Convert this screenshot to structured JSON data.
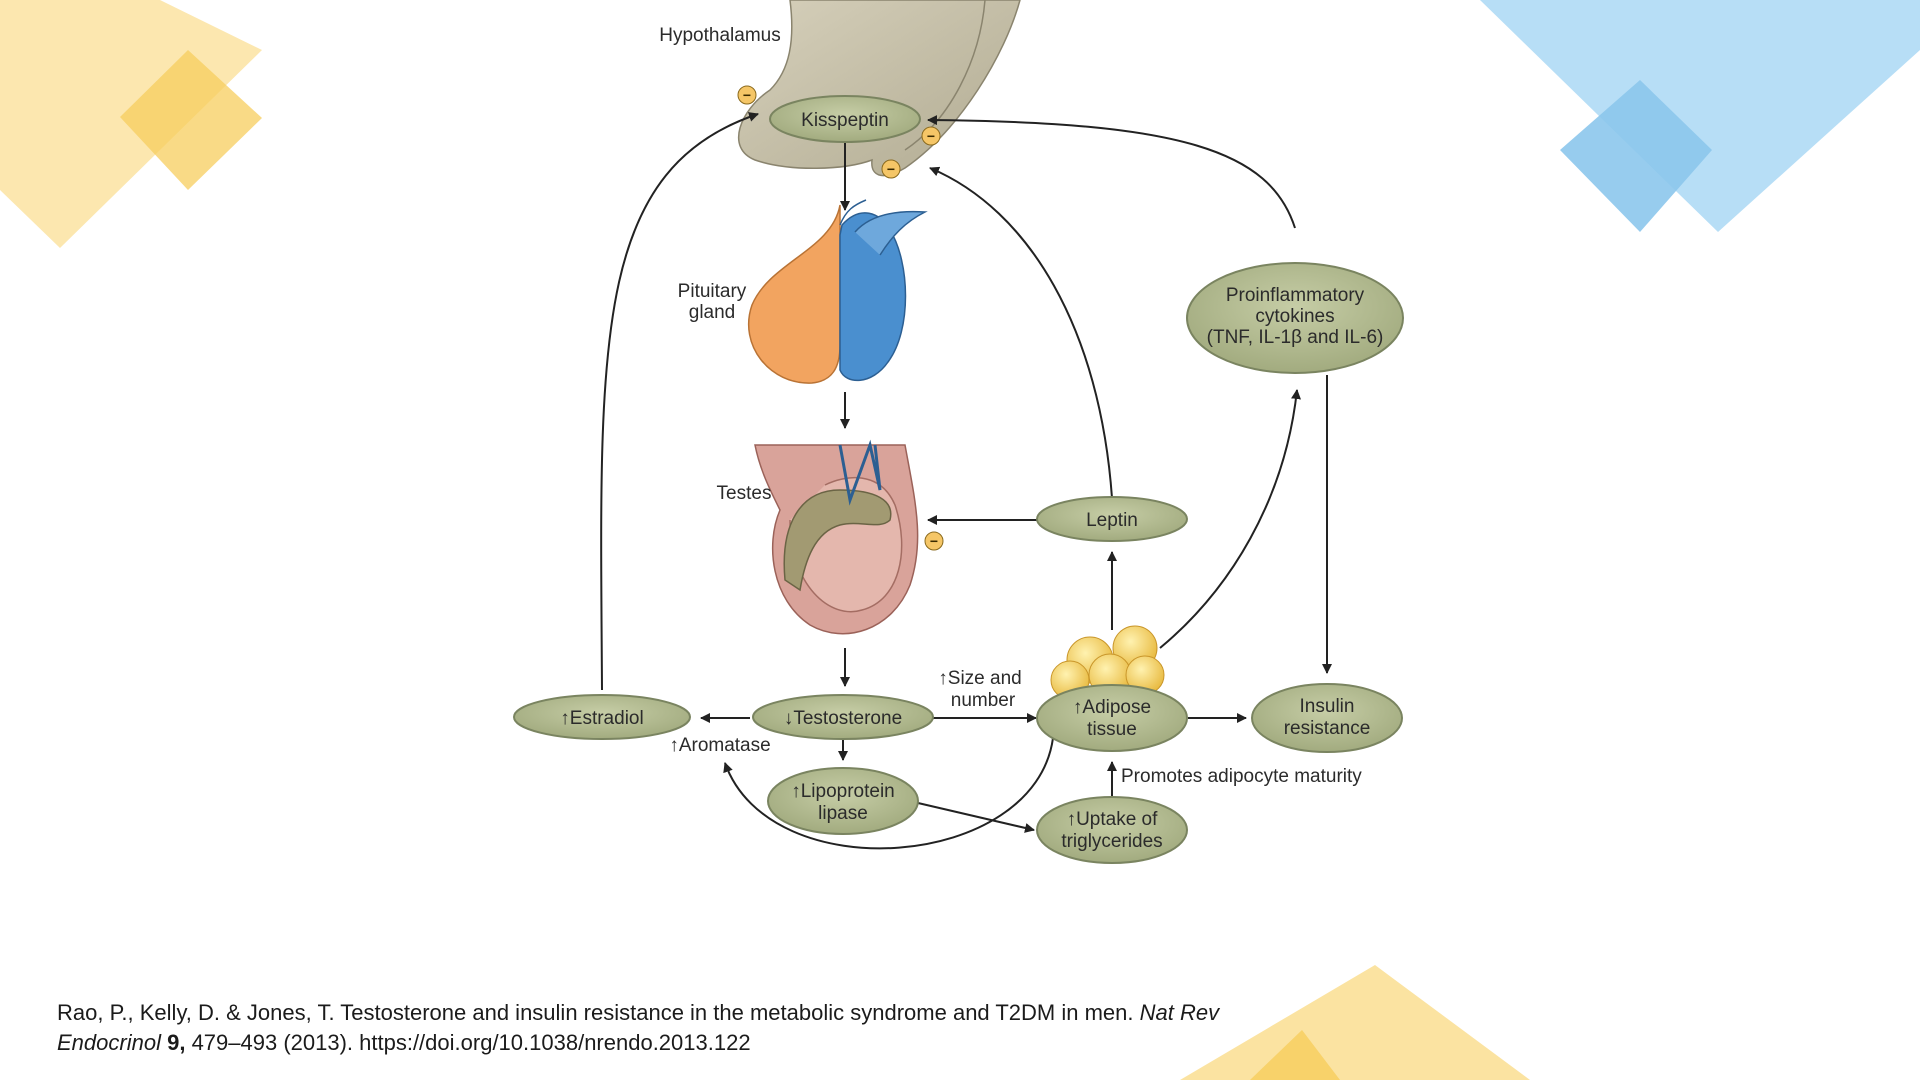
{
  "labels": {
    "hypothalamus": "Hypothalamus",
    "pituitary_1": "Pituitary",
    "pituitary_2": "gland",
    "testes": "Testes",
    "size_1": "Size and",
    "size_2": "number",
    "aromatase": "Aromatase",
    "promotes": "Promotes adipocyte maturity"
  },
  "nodes": {
    "kisspeptin": "Kisspeptin",
    "cytokines_1": "Proinflammatory",
    "cytokines_2": "cytokines",
    "cytokines_3": "(TNF, IL-1β and IL-6)",
    "leptin": "Leptin",
    "estradiol": "Estradiol",
    "testosterone": "Testosterone",
    "adipose_1": "Adipose",
    "adipose_2": "tissue",
    "insulin_1": "Insulin",
    "insulin_2": "resistance",
    "lipoprotein_1": "Lipoprotein",
    "lipoprotein_2": "lipase",
    "uptake_1": "Uptake of",
    "uptake_2": "triglycerides"
  },
  "symbols": {
    "up": "↑",
    "down": "↓",
    "inhibit": "−"
  },
  "citation": {
    "authors_title": "Rao, P., Kelly, D. & Jones, T. Testosterone and insulin resistance in the metabolic syndrome and T2DM in men.",
    "journal": "Nat Rev Endocrinol",
    "volume": "9,",
    "pages_year_doi": "479–493 (2013). https://doi.org/10.1038/nrendo.2013.122"
  },
  "colors": {
    "node_fill": "#b3bb91",
    "node_stroke": "#7a8460",
    "accent_yellow": "#f9d66b",
    "accent_blue": "#8ecbee",
    "pituitary_orange": "#f2a460",
    "pituitary_blue": "#4a8fcf",
    "testes_pink": "#d9a39a"
  }
}
